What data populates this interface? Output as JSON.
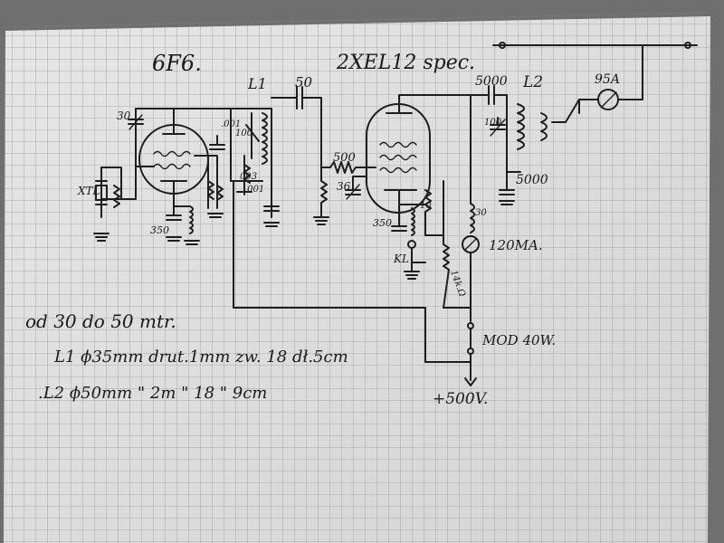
{
  "tubes": {
    "oscillator": "6F6.",
    "amplifier": "2XEL12 spec."
  },
  "components": {
    "l1": "L1",
    "c50": "50",
    "c5000_top": "5000",
    "l2": "L2",
    "meter_95a": "95A",
    "c30": "30",
    "c001": ".001",
    "c100_l1": "100",
    "c100_l2": "100",
    "r003": "003",
    "r001": ".001",
    "r500": "500",
    "c36": "36",
    "c5000_bottom": "5000",
    "xtl": "XTL",
    "c350_left": "350",
    "c350_right": "350",
    "r1": "10",
    "r2": "30",
    "kl": "KL",
    "r14k": "14k.Ω",
    "meter_120ma": "120MA.",
    "mod": "MOD 40W.",
    "hv": "+500V."
  },
  "notes": {
    "line1": "od 30 do 50 mtr.",
    "line2": "L1 ϕ35mm drut.1mm zw. 18 dł.5cm",
    "line3": ".L2 ϕ50mm  \" 2m \"  18 \" 9cm"
  }
}
